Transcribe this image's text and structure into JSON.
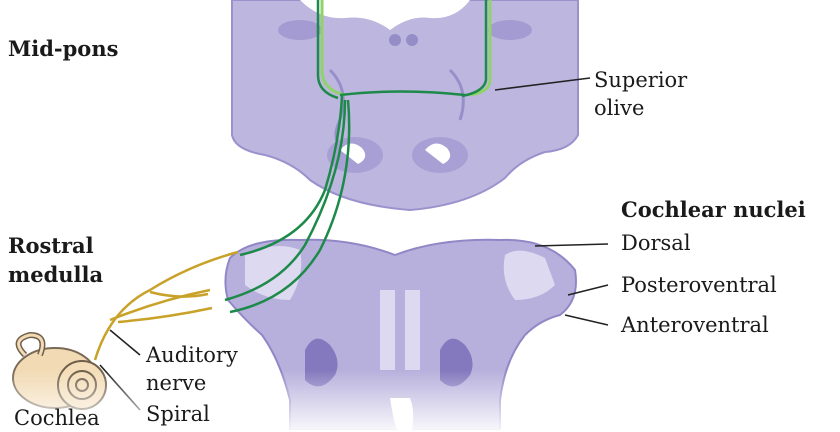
{
  "labels": {
    "mid_pons": "Mid-pons",
    "superior_olive_1": "Superior",
    "superior_olive_2": "olive",
    "rostral_medulla_1": "Rostral",
    "rostral_medulla_2": "medulla",
    "cochlear_nuclei": "Cochlear nuclei",
    "dorsal": "Dorsal",
    "posteroventral": "Posteroventral",
    "anteroventral": "Anteroventral",
    "auditory_1": "Auditory",
    "auditory_2": "nerve",
    "spiral": "Spiral",
    "cochlea": "Cochlea"
  },
  "colors": {
    "tissue": "#b9b3dc",
    "tissue_dark": "#8f86c4",
    "tract_green": "#1e8a4a",
    "tract_light_green": "#8fd36a",
    "nerve_gold": "#c9a22a",
    "ear": "#f1d9b0"
  }
}
